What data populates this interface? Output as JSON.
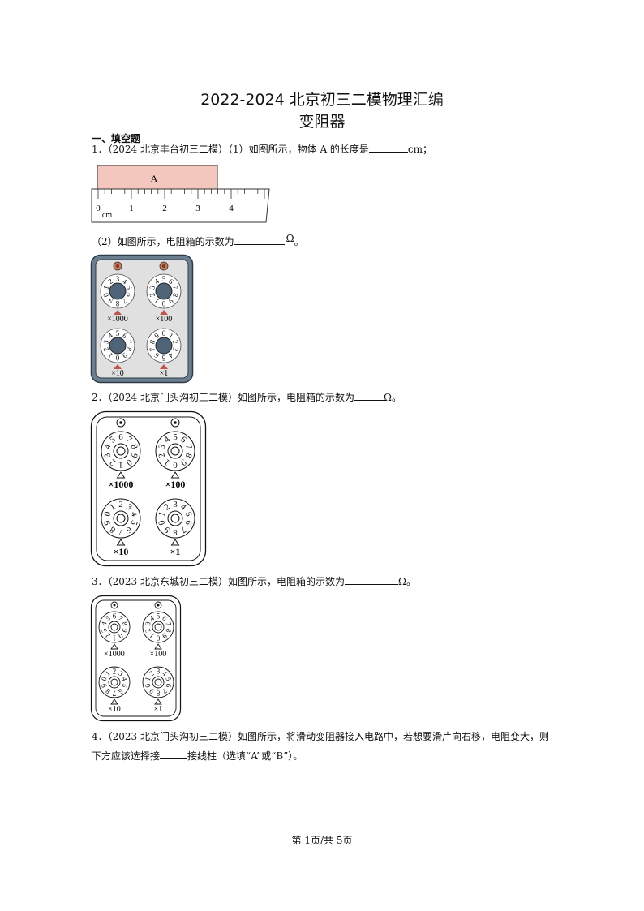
{
  "header": {
    "title_line1": "2022-2024 北京初三二模物理汇编",
    "title_line2": "变阻器"
  },
  "section": "一、填空题",
  "q1": {
    "prefix": "1．（2024 北京丰台初三二模）（1）如图所示，物体 A 的长度是",
    "suffix": "cm；",
    "ruler": {
      "object_label": "A",
      "ticks": [
        "0",
        "1",
        "2",
        "3",
        "4"
      ],
      "unit": "cm"
    },
    "part2_prefix": "（2）如图所示，电阻箱的示数为",
    "part2_unit": "Ω",
    "part2_suffix": "。"
  },
  "box_labels": [
    "×1000",
    "×100",
    "×10",
    "×1"
  ],
  "box1_dials": [
    [
      "9",
      "0",
      "1",
      "2",
      "3",
      "4",
      "5",
      "6",
      "7",
      "8"
    ],
    [
      "1",
      "2",
      "3",
      "4",
      "5",
      "6",
      "7",
      "8",
      "9",
      "0"
    ],
    [
      "1",
      "2",
      "3",
      "4",
      "5",
      "6",
      "7",
      "8",
      "9",
      "0"
    ],
    [
      "6",
      "7",
      "8",
      "9",
      "0",
      "1",
      "2",
      "3",
      "4",
      "5"
    ]
  ],
  "box2_dials": [
    [
      "2",
      "3",
      "4",
      "5",
      "6",
      "7",
      "8",
      "9",
      "0",
      "1"
    ],
    [
      "1",
      "2",
      "3",
      "4",
      "5",
      "6",
      "7",
      "8",
      "9",
      "0"
    ],
    [
      "8",
      "9",
      "0",
      "1",
      "2",
      "3",
      "4",
      "5",
      "6",
      "7"
    ],
    [
      "9",
      "0",
      "1",
      "2",
      "3",
      "4",
      "5",
      "6",
      "7",
      "8"
    ]
  ],
  "q2": {
    "text": "2．（2024 北京门头沟初三二模）如图所示，电阻箱的示数为",
    "suffix": "Ω。"
  },
  "q3": {
    "text": "3．（2023 北京东城初三二模）如图所示，电阻箱的示数为",
    "suffix": "Ω。"
  },
  "q4": {
    "line1": "4．（2023 北京门头沟初三二模）如图所示，将滑动变阻器接入电路中，若想要滑片向右移，电阻变大，则",
    "line2_prefix": "下方应该选择接",
    "line2_suffix": "接线柱（选填“A”或“B”）。"
  },
  "footer": "第 1页/共 5页"
}
